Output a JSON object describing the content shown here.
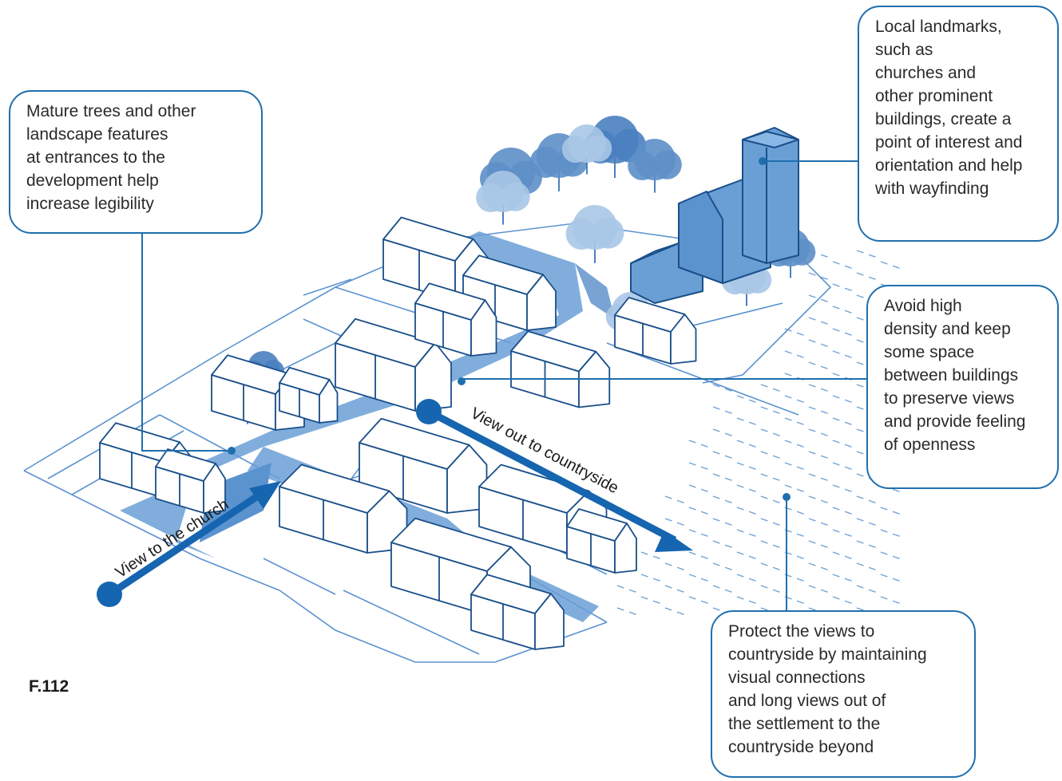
{
  "figure_label": "F.112",
  "colors": {
    "accent": "#1f6fae",
    "arrow": "#1565b0",
    "road": "#5b93cf",
    "road_light": "#9cc0e6",
    "outline": "#1a4f8a",
    "tree": "#5d8fc8",
    "tree_light": "#a9c6e6"
  },
  "callouts": {
    "trees": [
      "Mature trees and other",
      "landscape features",
      "at entrances to the",
      "development help",
      "increase legibility"
    ],
    "landmarks": [
      "Local landmarks,",
      "such as",
      "churches and",
      "other prominent",
      "buildings, create a",
      "point of interest and",
      "orientation and help",
      "with wayfinding"
    ],
    "density": [
      "Avoid high",
      "density and keep",
      "some space",
      "between buildings",
      "to preserve views",
      "and provide feeling",
      "of openness"
    ],
    "views": [
      "Protect the views to",
      "countryside by maintaining",
      "visual connections",
      "and long views out of",
      "the settlement to the",
      "countryside beyond"
    ]
  },
  "view_labels": {
    "church": "View to the church",
    "countryside": "View out to countryside"
  },
  "icons": [
    "arrow-head-icon",
    "tree-icon",
    "house-icon",
    "church-icon",
    "viewpoint-dot-icon"
  ]
}
